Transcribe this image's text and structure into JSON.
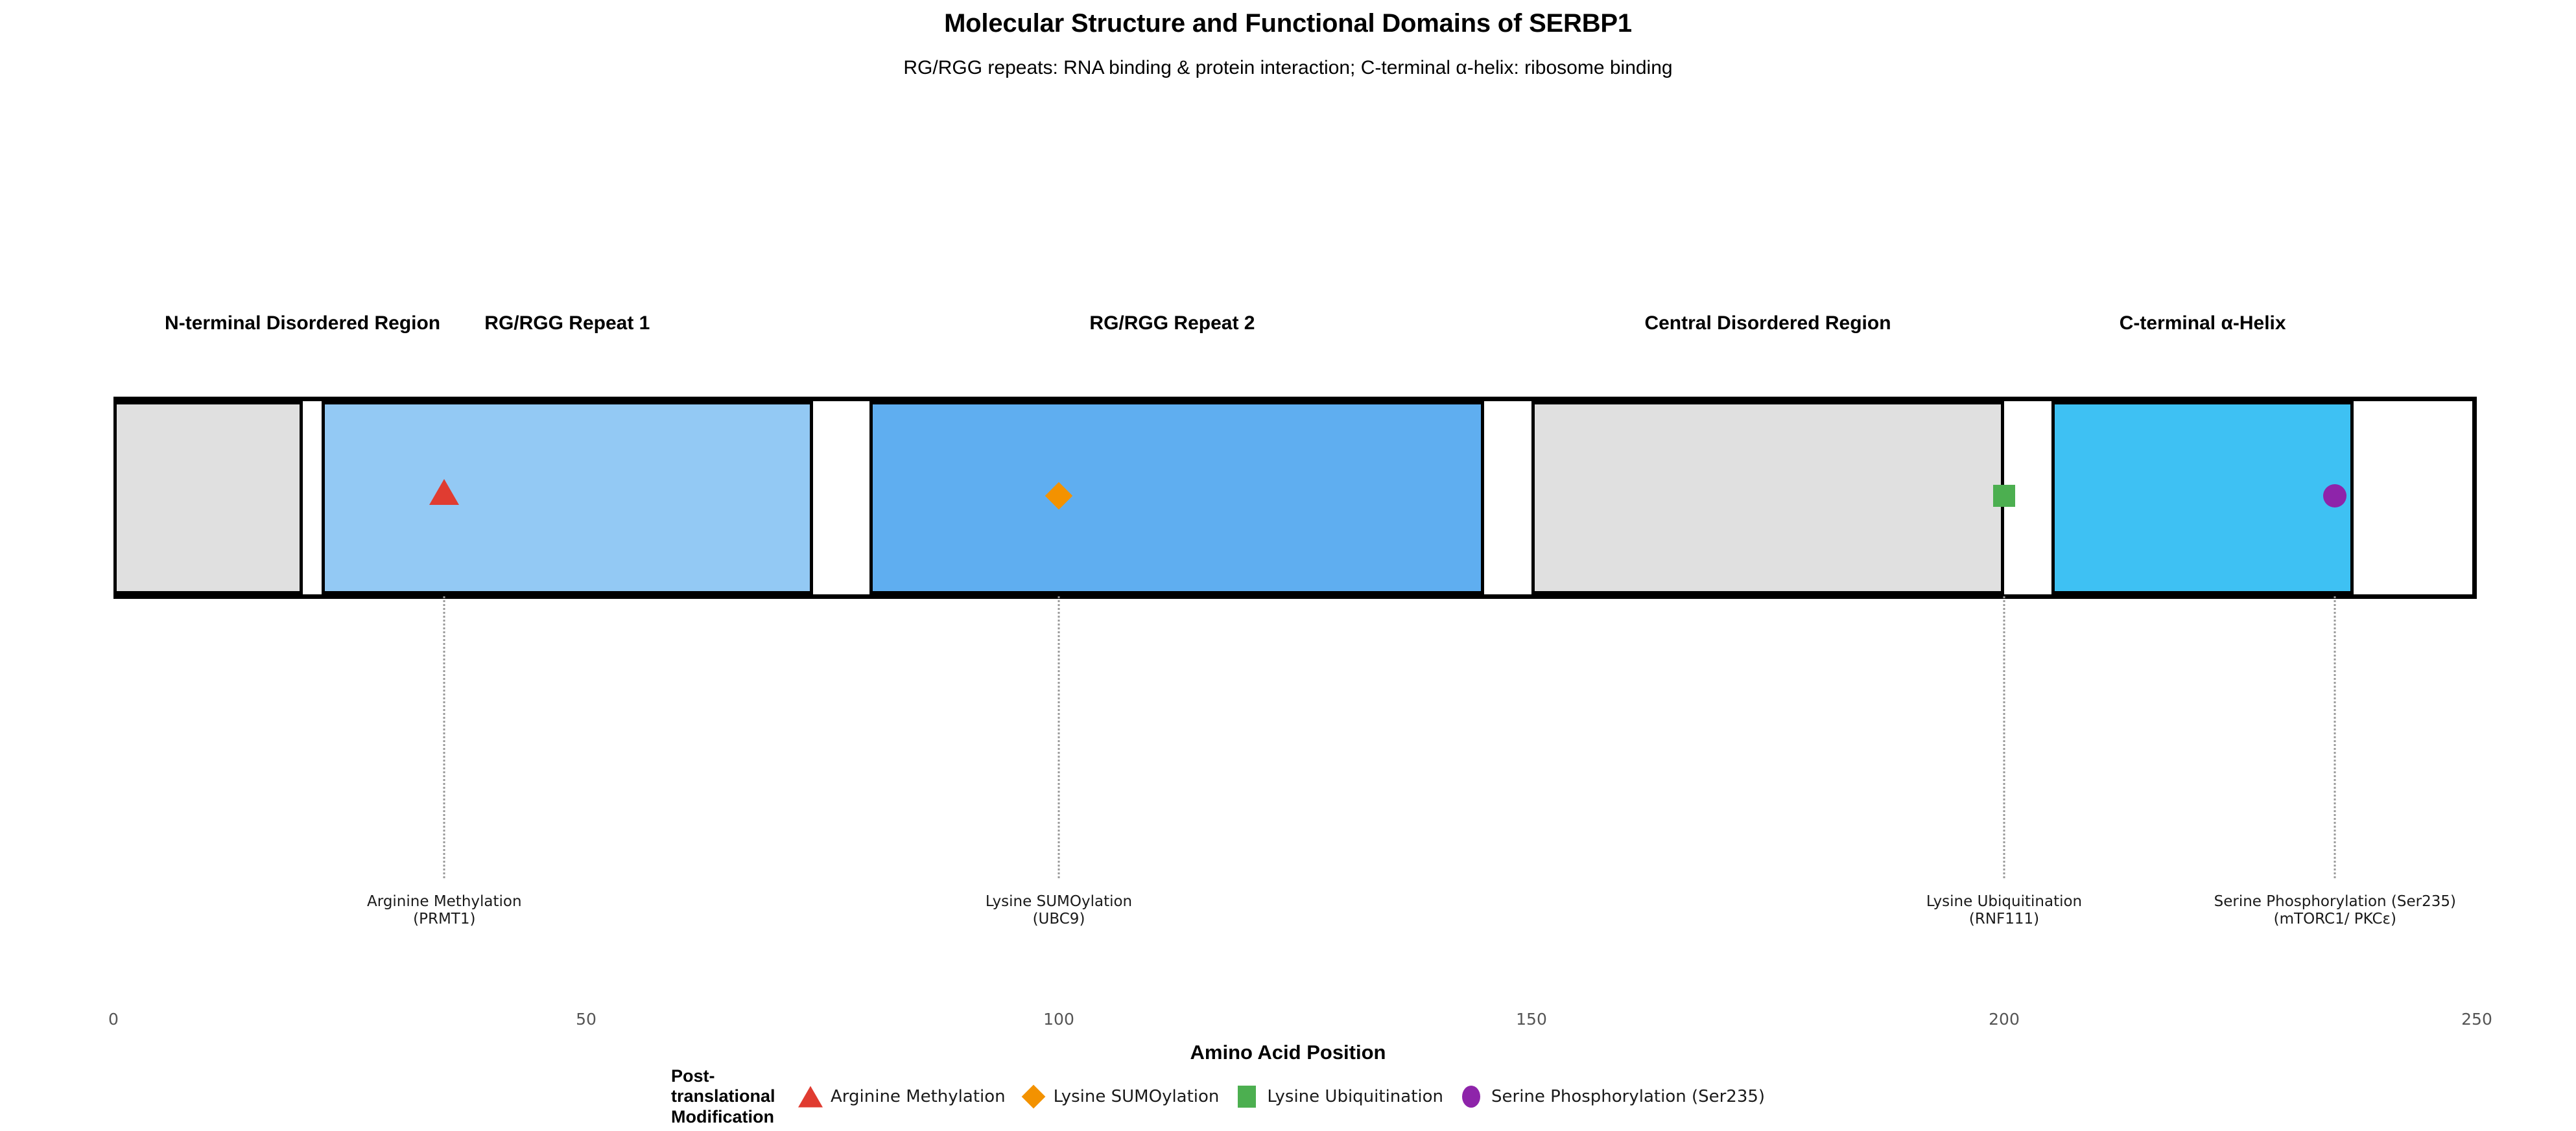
{
  "title": "Molecular Structure and Functional Domains of SERBP1",
  "subtitle": "RG/RGG repeats: RNA binding & protein interaction; C-terminal α-helix: ribosome binding",
  "axis": {
    "xlabel": "Amino Acid Position",
    "ticks": [
      "0",
      "50",
      "100",
      "150",
      "200",
      "250"
    ]
  },
  "legend": {
    "title_line1": "Post-translational",
    "title_line2": "Modification",
    "entries": [
      {
        "label": "Arginine Methylation",
        "marker": "triangle-icon",
        "color": "#E03C31"
      },
      {
        "label": "Lysine SUMOylation",
        "marker": "diamond-icon",
        "color": "#F39200"
      },
      {
        "label": "Lysine Ubiquitination",
        "marker": "square-icon",
        "color": "#4CAF50"
      },
      {
        "label": "Serine Phosphorylation (Ser235)",
        "marker": "circle-icon",
        "color": "#8E24AA"
      }
    ]
  },
  "chart_data": {
    "type": "domain-map",
    "title": "Molecular Structure and Functional Domains of SERBP1",
    "subtitle": "RG/RGG repeats: RNA binding & protein interaction; C-terminal α-helix: ribosome binding",
    "xlabel": "Amino Acid Position",
    "ylabel": "",
    "xlim": [
      0,
      250
    ],
    "xticks": [
      0,
      50,
      100,
      150,
      200,
      250
    ],
    "grid": false,
    "legend_position": "bottom",
    "domains": [
      {
        "name": "N-terminal Disordered Region",
        "start": 0,
        "end": 20,
        "color": "#E0E0E0",
        "label_x": 20
      },
      {
        "name": "RG/RGG Repeat 1",
        "start": 22,
        "end": 74,
        "color": "#93C9F4",
        "label_x": 48
      },
      {
        "name": "RG/RGG Repeat 2",
        "start": 80,
        "end": 145,
        "color": "#5FAEF0",
        "label_x": 112
      },
      {
        "name": "Central Disordered Region",
        "start": 150,
        "end": 200,
        "color": "#E0E0E0",
        "label_x": 175
      },
      {
        "name": "C-terminal α-Helix",
        "start": 205,
        "end": 237,
        "color": "#3EC1F3",
        "label_x": 221
      }
    ],
    "modifications": [
      {
        "name": "Arginine Methylation",
        "enzyme": "PRMT1",
        "position": 35,
        "marker": "triangle-icon",
        "color": "#E03C31"
      },
      {
        "name": "Lysine SUMOylation",
        "enzyme": "UBC9",
        "position": 100,
        "marker": "diamond-icon",
        "color": "#F39200"
      },
      {
        "name": "Lysine Ubiquitination",
        "enzyme": "RNF111",
        "position": 200,
        "marker": "square-icon",
        "color": "#4CAF50"
      },
      {
        "name": "Serine Phosphorylation (Ser235)",
        "enzyme": "mTORC1/ PKCε",
        "position": 235,
        "marker": "circle-icon",
        "color": "#8E24AA"
      }
    ]
  }
}
